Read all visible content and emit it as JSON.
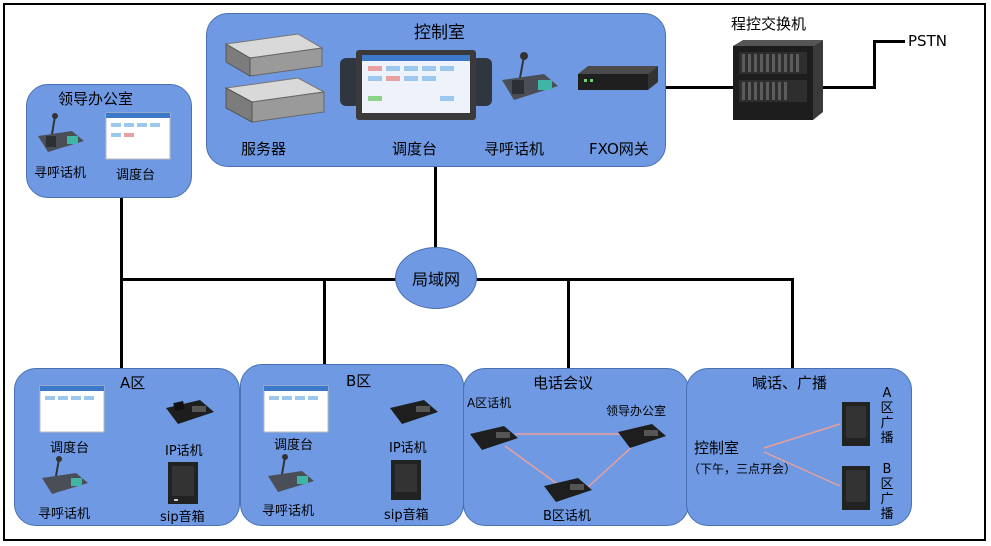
{
  "control_room": {
    "title": "控制室",
    "server_label": "服务器",
    "dispatch_label": "调度台",
    "paging_phone_label": "寻呼话机",
    "fxo_label": "FXO网关"
  },
  "pbx": {
    "title": "程控交换机",
    "pstn_label": "PSTN"
  },
  "leader_office": {
    "title": "领导办公室",
    "paging_phone_label": "寻呼话机",
    "dispatch_label": "调度台"
  },
  "lan": {
    "label": "局域网"
  },
  "zone_a": {
    "title": "A区",
    "dispatch_label": "调度台",
    "ip_phone_label": "IP话机",
    "paging_phone_label": "寻呼话机",
    "sip_speaker_label": "sip音箱"
  },
  "zone_b": {
    "title": "B区",
    "dispatch_label": "调度台",
    "ip_phone_label": "IP话机",
    "paging_phone_label": "寻呼话机",
    "sip_speaker_label": "sip音箱"
  },
  "conference": {
    "title": "电话会议",
    "a_phone_label": "A区话机",
    "leader_label": "领导办公室",
    "b_phone_label": "B区话机"
  },
  "broadcast": {
    "title": "喊话、广播",
    "control_room_label": "控制室",
    "note": "（下午，三点开会）",
    "a_speaker_label": "A区广播",
    "b_speaker_label": "B区广播"
  },
  "colors": {
    "box_fill": "#6f9ae3",
    "box_border": "#4a6fb0",
    "wire": "#000000",
    "conf_line": "#e8a09a"
  }
}
